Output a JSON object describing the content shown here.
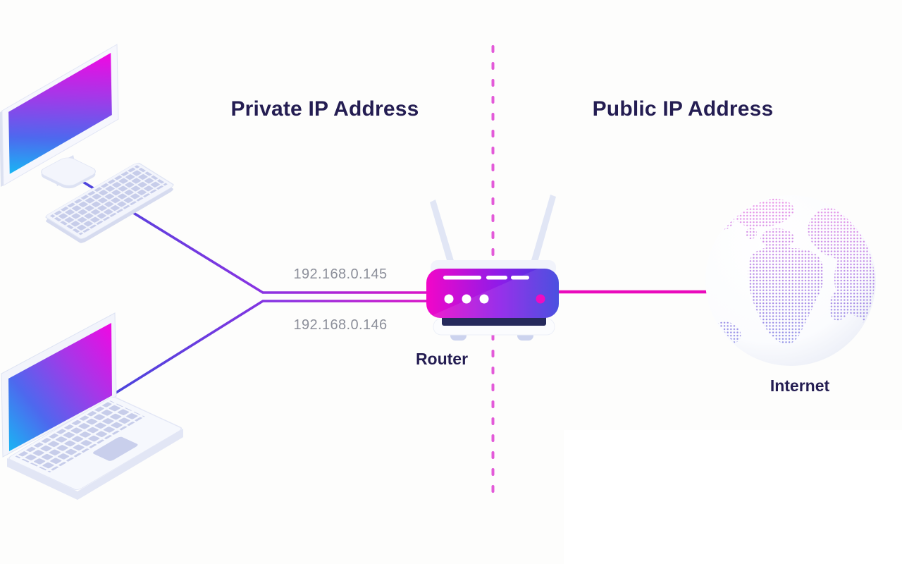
{
  "diagram": {
    "left_section_title": "Private IP Address",
    "right_section_title": "Public IP Address",
    "ip_labels": {
      "desktop": "192.168.0.145",
      "laptop": "192.168.0.146"
    },
    "device_labels": {
      "router": "Router",
      "internet": "Internet"
    },
    "illustrations": [
      "desktop-computer-icon",
      "laptop-icon",
      "wifi-router-icon",
      "internet-globe-icon",
      "dashed-divider-line"
    ],
    "colors": {
      "title_navy": "#241d52",
      "ip_gray": "#8c8f9a",
      "line_indigo": "#4845dc",
      "line_magenta": "#e90dc2",
      "public_line_magenta": "#ea0abc",
      "divider_pink": "#e35ad9",
      "screen_gradient_start": "#f207e2",
      "screen_gradient_end": "#19b6f4",
      "router_gradient_left": "#f206c8",
      "router_gradient_right": "#3940dd",
      "device_lavender": "#c7cdea"
    }
  }
}
